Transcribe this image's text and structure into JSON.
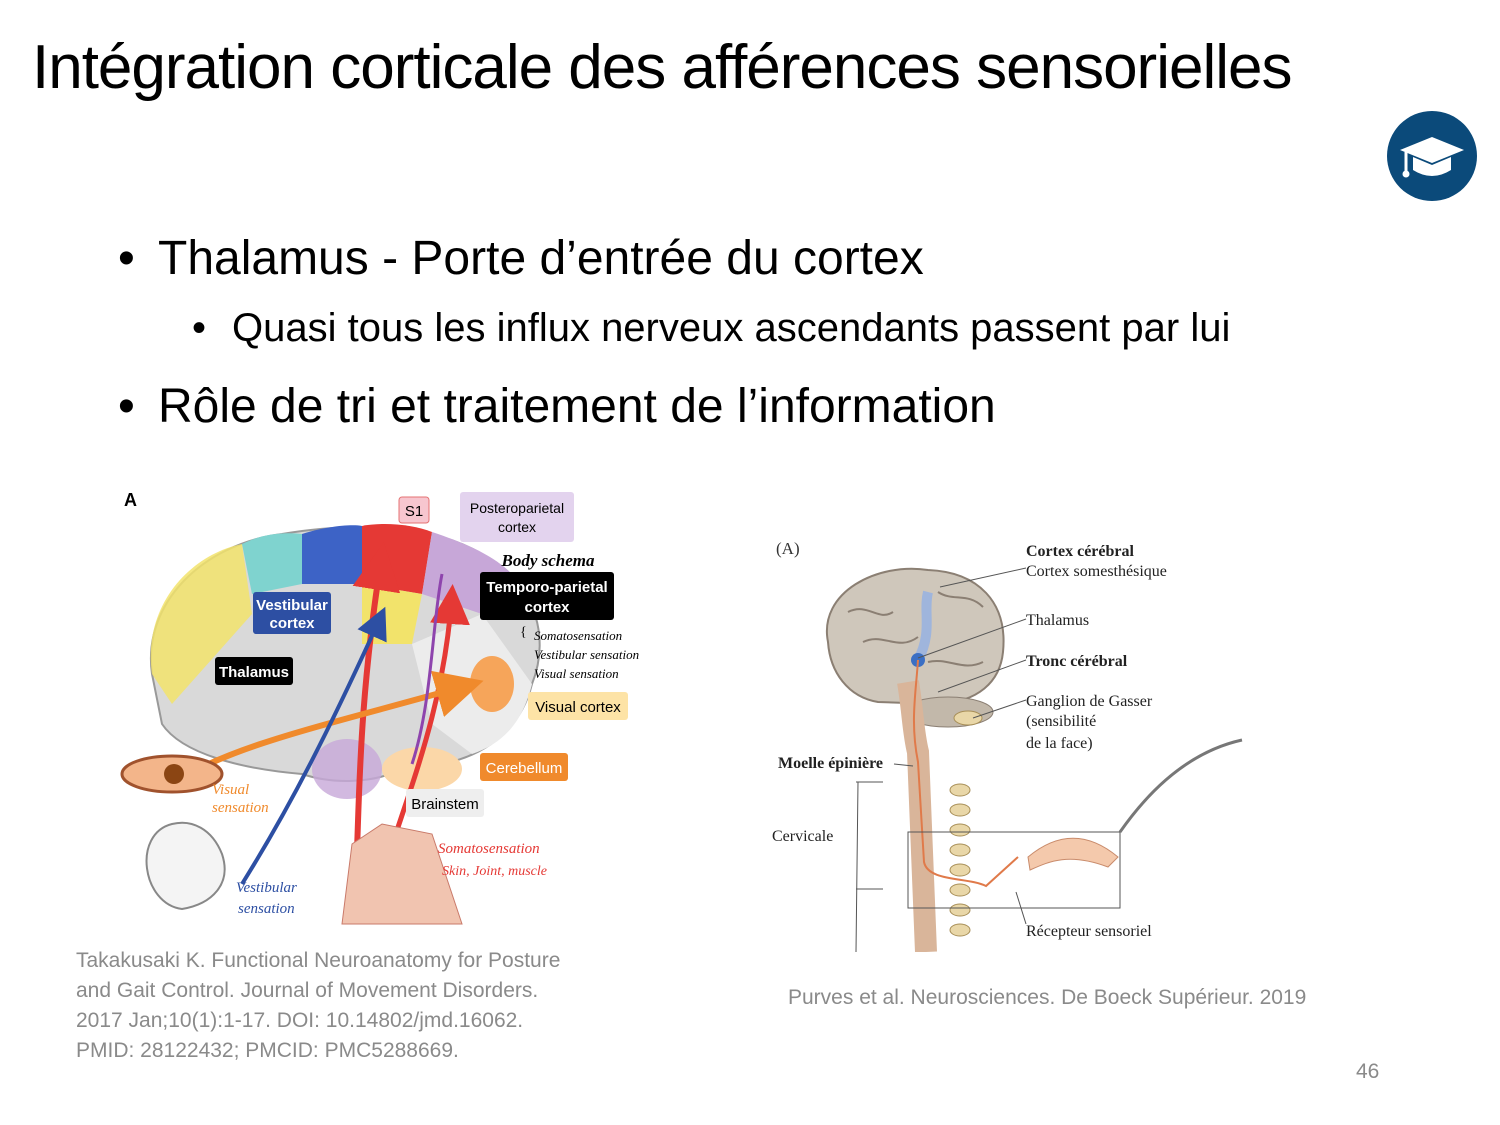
{
  "slide": {
    "title": "Intégration corticale des afférences sensorielles",
    "page_number": "46",
    "badge_icon": "graduation-cap-icon",
    "accent_color": "#0b4a7a"
  },
  "bullets": [
    {
      "text": "Thalamus - Porte d’entrée du cortex",
      "sub": [
        "Quasi tous les influx nerveux ascendants passent par lui"
      ]
    },
    {
      "text": "Rôle de tri et traitement de l’information",
      "sub": []
    }
  ],
  "figure_left": {
    "panel": "A",
    "labels": {
      "s1": "S1",
      "posteroparietal": [
        "Posteroparietal",
        "cortex"
      ],
      "body_schema": "Body schema",
      "temporo_parietal": [
        "Temporo-parietal",
        "cortex"
      ],
      "vestibular_cortex": [
        "Vestibular",
        "cortex"
      ],
      "thalamus": "Thalamus",
      "brace_items": [
        "Somatosensation",
        "Vestibular sensation",
        "Visual sensation"
      ],
      "visual_cortex": "Visual cortex",
      "cerebellum": "Cerebellum",
      "brainstem": "Brainstem",
      "visual_sensation": [
        "Visual",
        "sensation"
      ],
      "vestibular_sensation": [
        "Vestibular",
        "sensation"
      ],
      "somatosensation": "Somatosensation",
      "skin_joint_muscle": "Skin, Joint, muscle"
    },
    "caption": [
      "Takakusaki K. Functional Neuroanatomy for Posture",
      "and Gait Control. Journal of Movement Disorders.",
      "2017 Jan;10(1):1-17. DOI: 10.14802/jmd.16062.",
      "PMID: 28122432; PMCID: PMC5288669."
    ]
  },
  "figure_right": {
    "panel": "(A)",
    "labels": {
      "cortex_cerebral": "Cortex cérébral",
      "cortex_somesthesique": "Cortex somesthésique",
      "thalamus": "Thalamus",
      "tronc_cerebral": "Tronc cérébral",
      "ganglion": [
        "Ganglion de Gasser",
        "(sensibilité",
        "de la face)"
      ],
      "moelle": "Moelle épinière",
      "cervicale": "Cervicale",
      "recepteur": "Récepteur sensoriel"
    },
    "caption": "Purves et al. Neurosciences. De Boeck Supérieur. 2019"
  }
}
